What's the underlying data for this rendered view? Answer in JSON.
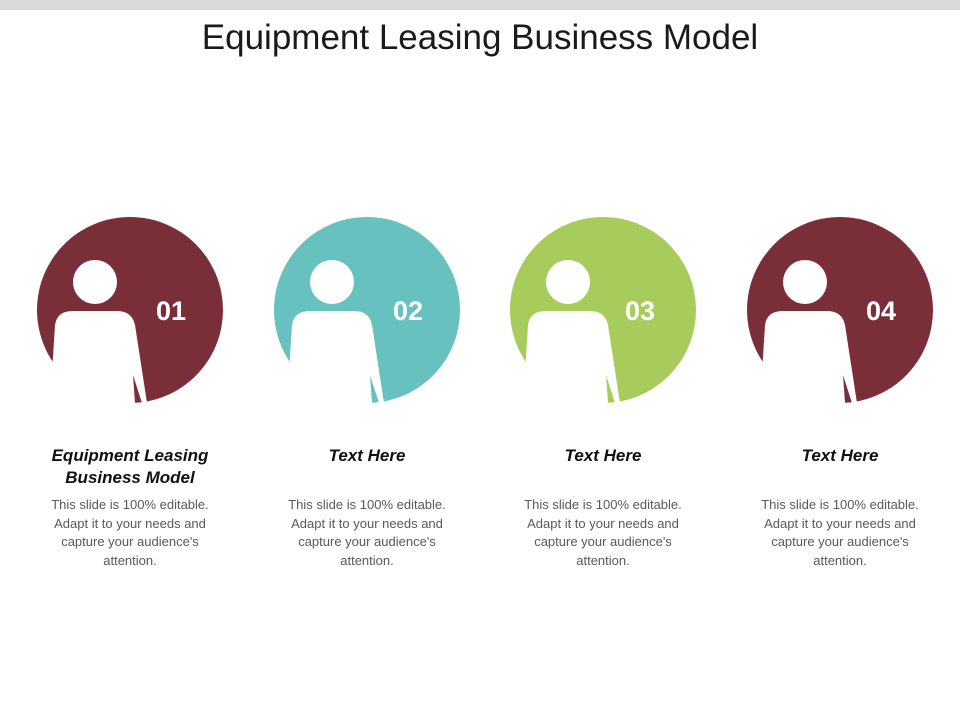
{
  "slide": {
    "title": "Equipment Leasing Business Model",
    "colors": {
      "maroon": "#7a2f38",
      "teal": "#67c2bf",
      "green": "#a8cc5c",
      "topbar": "#d9d9d9"
    }
  },
  "steps": [
    {
      "number": "01",
      "heading": "Equipment Leasing Business Model",
      "body": "This slide is 100% editable. Adapt it to your needs and capture your audience's attention.",
      "color": "#7a2f38",
      "icon": "person-icon"
    },
    {
      "number": "02",
      "heading": "Text Here",
      "body": "This slide is 100% editable. Adapt it to your needs and capture your audience's attention.",
      "color": "#67c2bf",
      "icon": "person-icon"
    },
    {
      "number": "03",
      "heading": "Text Here",
      "body": "This slide is 100% editable. Adapt it to your needs and capture your audience's attention.",
      "color": "#a8cc5c",
      "icon": "person-icon"
    },
    {
      "number": "04",
      "heading": "Text Here",
      "body": "This slide is 100% editable. Adapt it to your needs and capture your audience's attention.",
      "color": "#7a2f38",
      "icon": "person-icon"
    }
  ]
}
